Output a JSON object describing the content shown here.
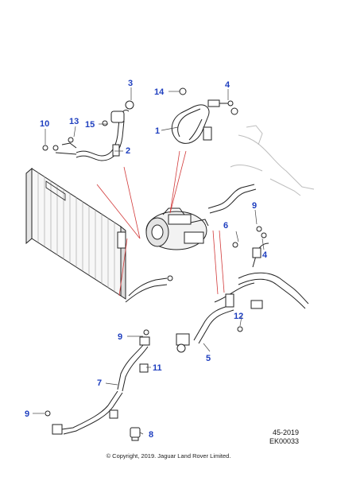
{
  "diagram": {
    "callouts": {
      "c1": "1",
      "c2": "2",
      "c3": "3",
      "c4a": "4",
      "c4b": "4",
      "c5": "5",
      "c6": "6",
      "c7": "7",
      "c8": "8",
      "c9a": "9",
      "c9b": "9",
      "c9c": "9",
      "c10": "10",
      "c11": "11",
      "c12": "12",
      "c13": "13",
      "c14": "14",
      "c15": "15"
    },
    "reference": {
      "code": "45-2019",
      "illustration": "EK00033"
    },
    "copyright": "© Copyright, 2019. Jaguar Land Rover Limited."
  }
}
